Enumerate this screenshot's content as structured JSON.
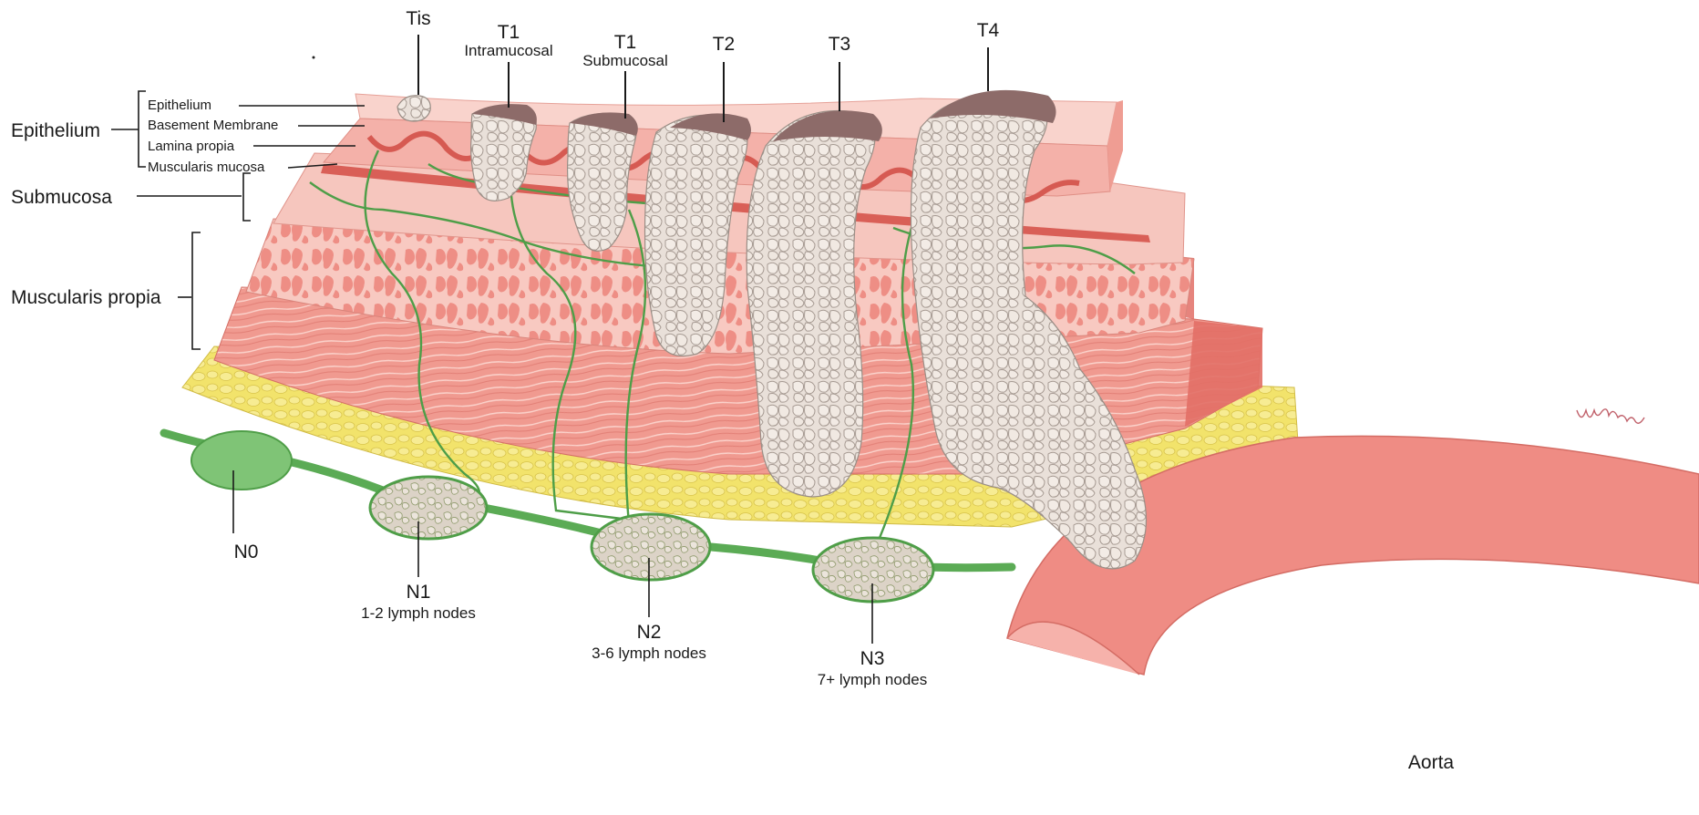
{
  "colors": {
    "mucosa": "#f2b7ae",
    "mucosa_dark": "#e37d72",
    "muscle": "#f09a90",
    "muscle_light": "#f8c9c1",
    "fat": "#f1e36a",
    "tumor": "#e7ddd6",
    "tumor_top": "#8d6b69",
    "lymph": "#4fa94a",
    "node_fill": "#d9d0c4",
    "aorta": "#ef8c84"
  },
  "t_stages": [
    {
      "stage": "Tis",
      "sub": ""
    },
    {
      "stage": "T1",
      "sub": "Intramucosal"
    },
    {
      "stage": "T1",
      "sub": "Submucosal"
    },
    {
      "stage": "T2",
      "sub": ""
    },
    {
      "stage": "T3",
      "sub": ""
    },
    {
      "stage": "T4",
      "sub": ""
    }
  ],
  "left_layers": {
    "epithelium_group": "Epithelium",
    "epithelium_sublayers": [
      "Epithelium",
      "Basement Membrane",
      "Lamina propia",
      "Muscularis mucosa"
    ],
    "submucosa": "Submucosa",
    "muscularis": "Muscularis propia"
  },
  "n_stages": [
    {
      "stage": "N0",
      "sub": ""
    },
    {
      "stage": "N1",
      "sub": "1-2 lymph nodes"
    },
    {
      "stage": "N2",
      "sub": "3-6 lymph nodes"
    },
    {
      "stage": "N3",
      "sub": "7+ lymph nodes"
    }
  ],
  "aorta_label": "Aorta"
}
